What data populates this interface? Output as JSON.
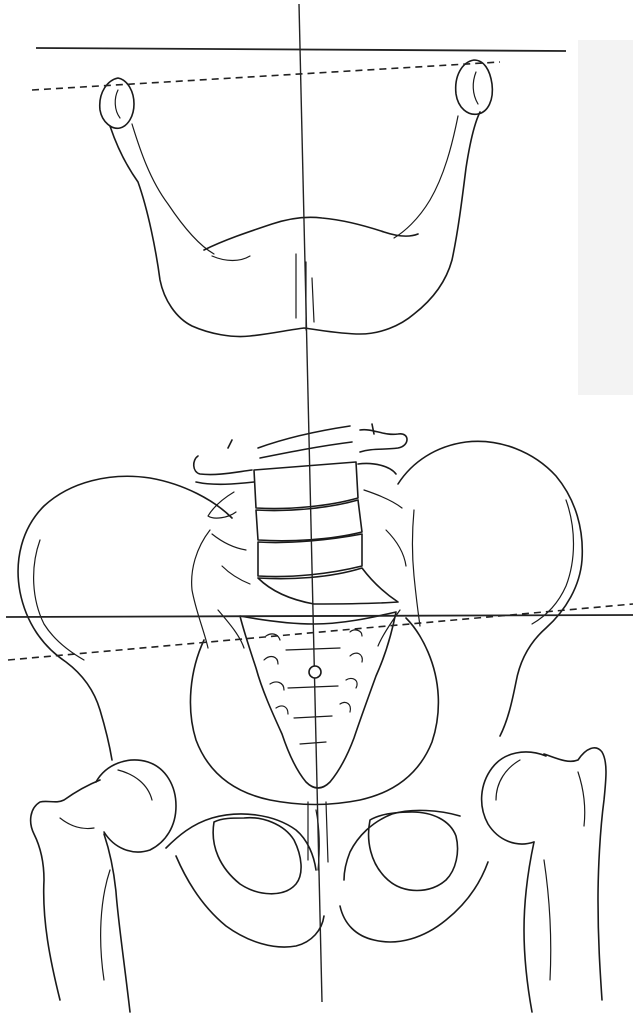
{
  "figure": {
    "background": "#ffffff",
    "ink_color": "#1a1a1a",
    "structures": [
      "mandible",
      "lumbar-vertebrae",
      "pelvis",
      "sacrum",
      "left-femur",
      "right-femur"
    ],
    "reference_lines": [
      "vertical-midline",
      "mandible-horizontal-line",
      "mandible-dashed-line",
      "pelvis-horizontal-line",
      "pelvis-dashed-line"
    ],
    "markers": [
      "sacral-center-point"
    ]
  }
}
